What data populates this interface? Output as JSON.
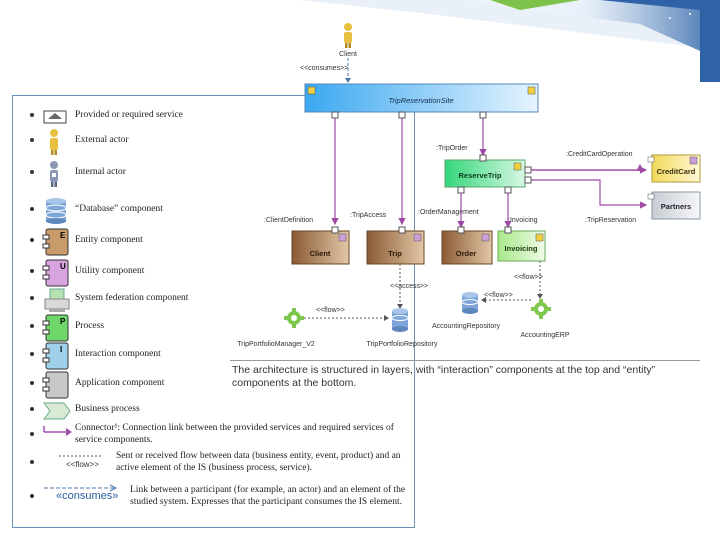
{
  "legend": {
    "items": [
      {
        "icon": "service-icon",
        "text": "Provided or required service"
      },
      {
        "icon": "external-actor-icon",
        "text": "External actor"
      },
      {
        "icon": "internal-actor-icon",
        "text": "Internal actor"
      },
      {
        "icon": "database-icon",
        "text": "“Database” component"
      },
      {
        "icon": "entity-component-icon",
        "text": "Entity component",
        "letter": "E",
        "color": "#c89b6a"
      },
      {
        "icon": "utility-component-icon",
        "text": "Utility component",
        "letter": "U",
        "color": "#d9a3e0"
      },
      {
        "icon": "federation-component-icon",
        "text": "System federation component"
      },
      {
        "icon": "process-component-icon",
        "text": "Process",
        "letter": "P",
        "color": "#6fd66a"
      },
      {
        "icon": "interaction-component-icon",
        "text": "Interaction component",
        "letter": "I",
        "color": "#9fd0ea"
      },
      {
        "icon": "application-component-icon",
        "text": "Application component",
        "color": "#c8c8c8"
      },
      {
        "icon": "business-process-icon",
        "text": "Business process"
      },
      {
        "icon": "connector-icon",
        "text": "Connector¹: Connection link between the provided services and required services of service components."
      },
      {
        "icon": "flow-icon",
        "text": "Sent or received flow between data (business entity, event, product) and an active element of the IS (business process, service).",
        "icon_label": "<<flow>>"
      },
      {
        "icon": "consumes-icon",
        "text": "Link between a participant (for example, an actor) and an element of the studied system. Expresses that the participant consumes the IS element.",
        "icon_label": "«consumes»"
      }
    ]
  },
  "diagram": {
    "actor": "Client",
    "consumes_label": "<<consumes>>",
    "components": {
      "site": "TripReservationSite",
      "reserve": "ReserveTrip",
      "creditcard": "CreditCard",
      "partners": "Partners",
      "client": "Client",
      "trip": "Trip",
      "order": "Order",
      "invoicing": "Invoicing"
    },
    "services": {
      "trip_order": ":TripOrder",
      "credit_card_operation": ":CreditCardOperation",
      "trip_reservation": ":TripReservation",
      "client_definition": ":ClientDefinition",
      "trip_access": ":TripAccess",
      "order_management": ":OrderManagement",
      "invoicing": ":Invoicing"
    },
    "flows": {
      "access": "<<access>>",
      "flow1": "<<flow>>",
      "flow2": "<<flow>>",
      "flow3": "<<flow>>"
    },
    "elements": {
      "trip_portfolio_manager": "TripPortfolioManager_V2",
      "trip_portfolio_repository": "TripPortfolioRepository",
      "accounting_repository": "AccountingRepository",
      "accounting_erp": "AccountingERP"
    }
  },
  "caption": "The architecture is structured in layers, with “interaction” components at the top and “entity” components at the bottom."
}
